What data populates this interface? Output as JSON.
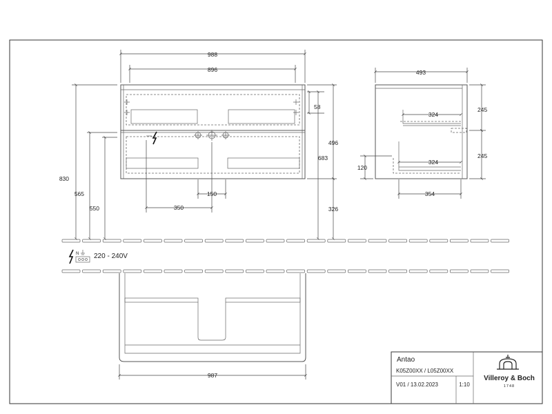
{
  "dimensions": {
    "front_width": "988",
    "front_inner_width": "896",
    "side_depth": "493",
    "height_830": "830",
    "height_565": "565",
    "height_550": "550",
    "offset_58": "58",
    "height_683": "683",
    "height_496": "496",
    "height_326": "326",
    "spacing_150": "150",
    "offset_350": "350",
    "drawer_324_top": "324",
    "drawer_324_bottom": "324",
    "side_120": "120",
    "side_354": "354",
    "side_245_top": "245",
    "side_245_bottom": "245",
    "plan_width": "987"
  },
  "electrical": {
    "voltage": "220 - 240V",
    "terminal_label": "N"
  },
  "title_block": {
    "product": "Antao",
    "article_numbers": "K05Z00XX / L05Z00XX",
    "version_date": "V01 / 13.02.2023",
    "scale": "1:10",
    "brand": "Villeroy & Boch",
    "brand_year": "1748"
  }
}
